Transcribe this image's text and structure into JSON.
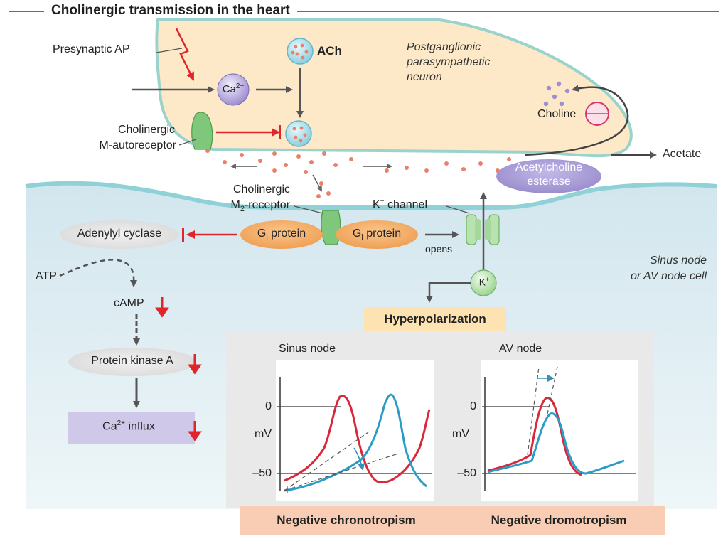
{
  "title": "Cholinergic transmission in the heart",
  "labels": {
    "presynaptic_ap": "Presynaptic AP",
    "ca_ion": "Ca",
    "ca_sup": "2+",
    "ach": "ACh",
    "neuron_line1": "Postganglionic",
    "neuron_line2": "parasympathetic",
    "neuron_line3": "neuron",
    "autoreceptor_line1": "Cholinergic",
    "autoreceptor_line2": "M-autoreceptor",
    "choline": "Choline",
    "acetate": "Acetate",
    "esterase_line1": "Acetylcholine",
    "esterase_line2": "esterase",
    "m2_line1": "Cholinergic",
    "m2_prefix": "M",
    "m2_sub": "2",
    "m2_suffix": "-receptor",
    "k_channel_base": "K",
    "k_channel_sup": "+",
    "k_channel_suffix": " channel",
    "gi_base": "G",
    "gi_sub": "i",
    "gi_suffix": " protein",
    "adenylyl_cyclase": "Adenylyl cyclase",
    "opens": "opens",
    "k_ion": "K",
    "k_ion_sup": "+",
    "cell_line1": "Sinus node",
    "cell_line2": "or AV node cell",
    "atp": "ATP",
    "camp": "cAMP",
    "pka": "Protein kinase A",
    "ca_influx_base": "Ca",
    "ca_influx_sup": "2+",
    "ca_influx_suffix": " influx",
    "hyperpolarization": "Hyperpolarization",
    "neg_chrono": "Negative chronotropism",
    "neg_dromo": "Negative dromotropism"
  },
  "charts": [
    {
      "title": "Sinus node",
      "ylabel": "mV",
      "ticks": [
        "0",
        "–50"
      ]
    },
    {
      "title": "AV node",
      "ylabel": "mV",
      "ticks": [
        "0",
        "–50"
      ]
    }
  ],
  "colors": {
    "neuron_fill": "#fde8c8",
    "neuron_border": "#9ad3cc",
    "cell_fill": "#dcecf1",
    "protein_orange": "#f2a45a",
    "receptor_green": "#7fc77a",
    "esterase_purple": "#a79ad4",
    "inhibit_red": "#e0262b",
    "trace_red": "#d8283a",
    "trace_blue": "#2a9cc8",
    "hyperpol_box": "#fde3b2",
    "footer_box": "#f8cdb3",
    "chart_panel": "#e9e9e9",
    "ca_influx_box": "#cfc8e8"
  }
}
